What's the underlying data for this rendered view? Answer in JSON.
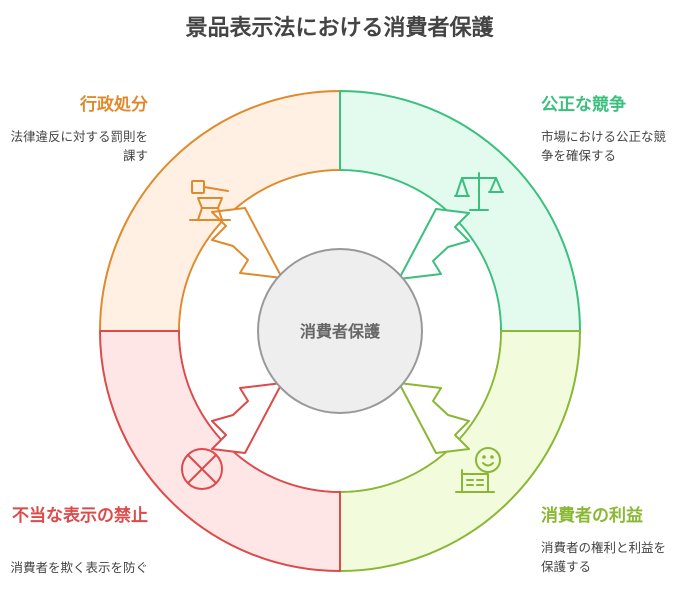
{
  "title": "景品表示法における消費者保護",
  "center": {
    "label": "消費者保護"
  },
  "segments": [
    {
      "id": "admin",
      "title": "行政処分",
      "description": "法律違反に対する罰則を課す",
      "icon": "gavel-icon",
      "color": "#E08A2C",
      "fill": "#FFF0E3"
    },
    {
      "id": "competition",
      "title": "公正な競争",
      "description": "市場における公正な競争を確保する",
      "icon": "scales-icon",
      "color": "#3BBF7E",
      "fill": "#E2FBEE"
    },
    {
      "id": "benefit",
      "title": "消費者の利益",
      "description": "消費者の権利と利益を保護する",
      "icon": "happy-customer-icon",
      "color": "#8AB834",
      "fill": "#F2FBDC"
    },
    {
      "id": "prohibition",
      "title": "不当な表示の禁止",
      "description": "消費者を欺く表示を防ぐ",
      "icon": "prohibited-icon",
      "color": "#DD4A4A",
      "fill": "#FFE6E6"
    }
  ]
}
